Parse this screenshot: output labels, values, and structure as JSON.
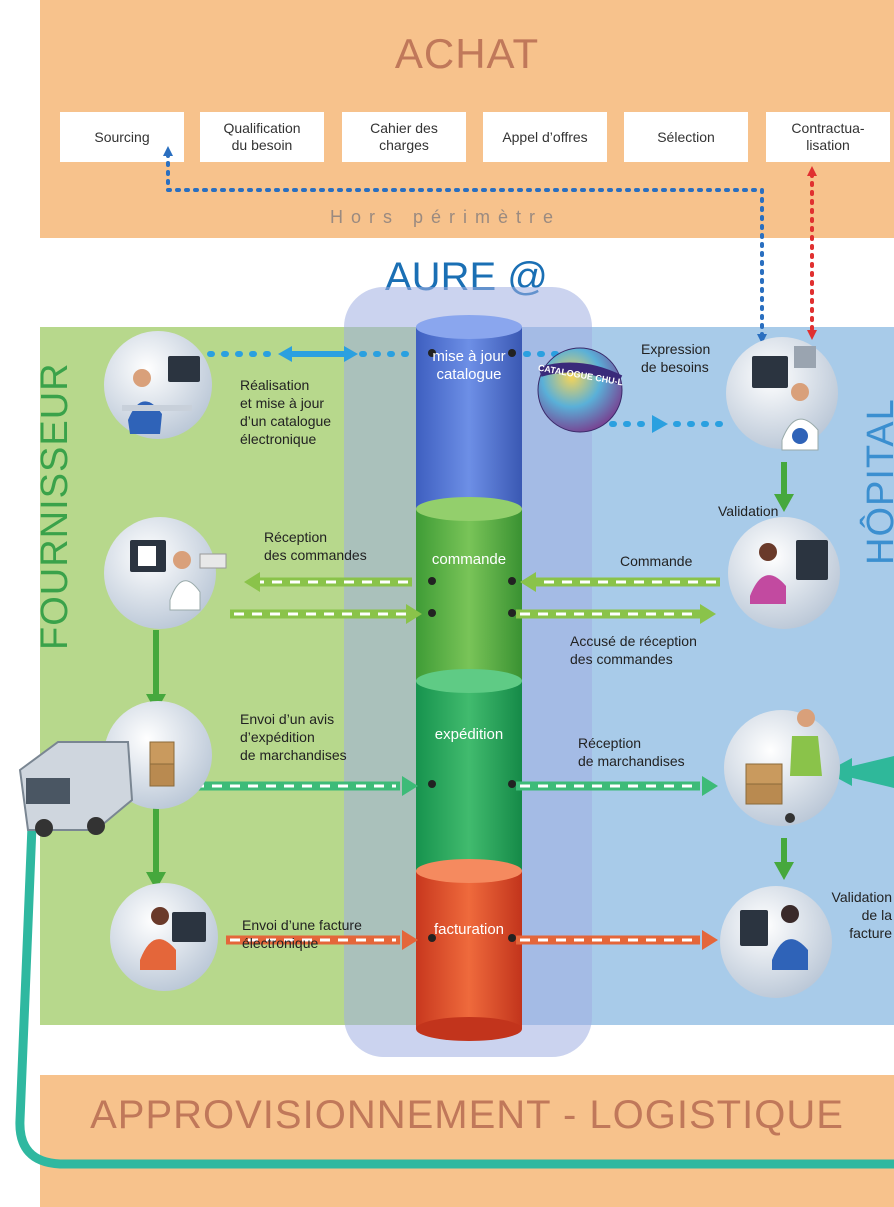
{
  "achat": {
    "title": "ACHAT",
    "steps": [
      "Sourcing",
      "Qualification\ndu besoin",
      "Cahier des\ncharges",
      "Appel d’offres",
      "Sélection",
      "Contractua-\nlisation"
    ],
    "hors_perimetre": "Hors périmètre"
  },
  "aure": {
    "title": "AURE @"
  },
  "zones": {
    "fournisseur": "FOURNISSEUR",
    "hopital": "HÔPITAL"
  },
  "cylinder": {
    "mise_a_jour": "mise à jour\ncatalogue",
    "commande": "commande",
    "expedition": "expédition",
    "facturation": "facturation"
  },
  "catalogue_ball": {
    "text": "CATALOGUE CHU-L"
  },
  "fournisseur_labels": {
    "catalogue": "Réalisation\net mise à jour\nd’un catalogue\nélectronique",
    "reception_commandes": "Réception\ndes commandes",
    "avis_expedition": "Envoi d’un avis\nd’expédition\nde marchandises",
    "facture": "Envoi d’une facture\nélectronique"
  },
  "hopital_labels": {
    "expression": "Expression\nde besoins",
    "validation": "Validation",
    "commande": "Commande",
    "accuse": "Accusé de réception\ndes commandes",
    "reception_marchandises": "Réception\nde marchandises",
    "validation_facture": "Validation\nde la\nfacture"
  },
  "appro": {
    "title": "APPROVISIONNEMENT - LOGISTIQUE"
  },
  "colors": {
    "achat_band": "#f7c28c",
    "fournisseur_zone": "#b7d88c",
    "hopital_zone": "#a8cbe9",
    "aure_blue": "#1a6fb4",
    "green": "#3aa24a",
    "teal": "#2fb8a0",
    "orange": "#e4663a"
  }
}
